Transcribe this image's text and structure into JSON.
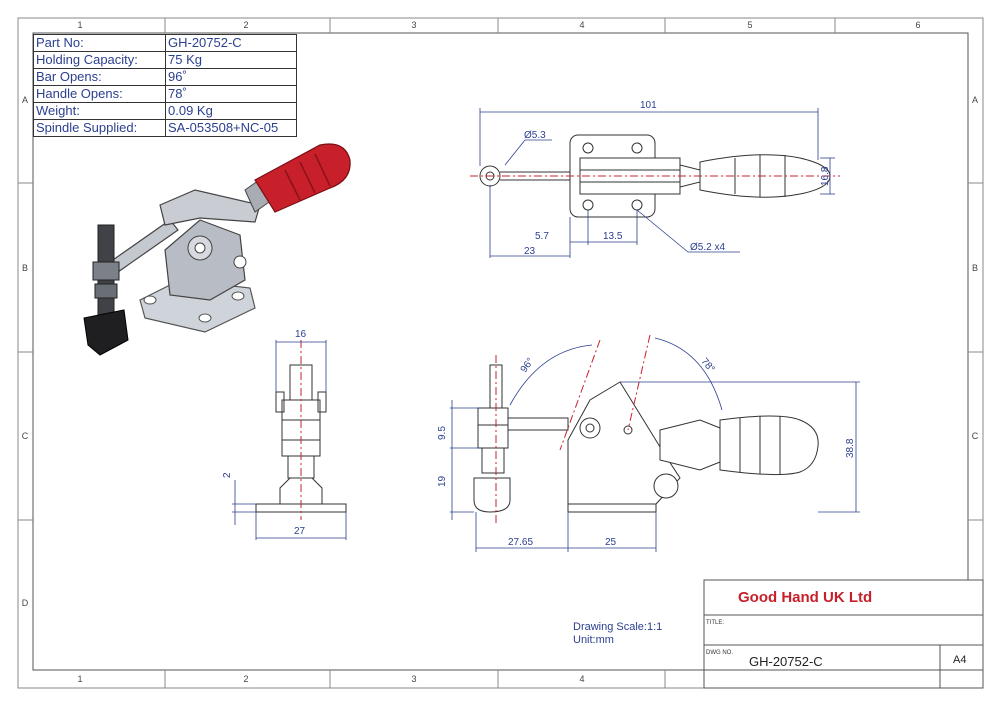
{
  "zones": {
    "columns": [
      "1",
      "2",
      "3",
      "4",
      "5",
      "6"
    ],
    "rows": [
      "A",
      "B",
      "C",
      "D"
    ]
  },
  "spec_table": [
    {
      "label": "Part No:",
      "value": "GH-20752-C"
    },
    {
      "label": "Holding Capacity:",
      "value": "75 Kg"
    },
    {
      "label": "Bar Opens:",
      "value": "96˚"
    },
    {
      "label": "Handle Opens:",
      "value": "78˚"
    },
    {
      "label": "Weight:",
      "value": "0.09 Kg"
    },
    {
      "label": "Spindle Supplied:",
      "value": "SA-053508+NC-05"
    }
  ],
  "dimensions": {
    "top_view": {
      "overall": "101",
      "hole_dia": "Ø5.3",
      "height": "16.8",
      "d1": "5.7",
      "d2": "13.5",
      "d3": "23",
      "holes": "Ø5.2 x4"
    },
    "side_view": {
      "width_top": "16",
      "base": "27",
      "gap": "2"
    },
    "front_view": {
      "bar_angle": "96°",
      "handle_angle": "78°",
      "h1": "9.5",
      "h2": "19",
      "h3": "38.8",
      "d1": "27.65",
      "d2": "25"
    }
  },
  "title_block": {
    "company": "Good Hand UK Ltd",
    "title_label": "TITLE:",
    "dwg_label": "DWG NO.",
    "dwg_no": "GH-20752-C",
    "sheet_size": "A4",
    "scale": "Drawing Scale:1:1",
    "unit": "Unit:mm"
  },
  "colors": {
    "line": "#2b3f8f",
    "border": "#555555",
    "handle": "#c8202a",
    "metal": "#b8bcc4"
  }
}
